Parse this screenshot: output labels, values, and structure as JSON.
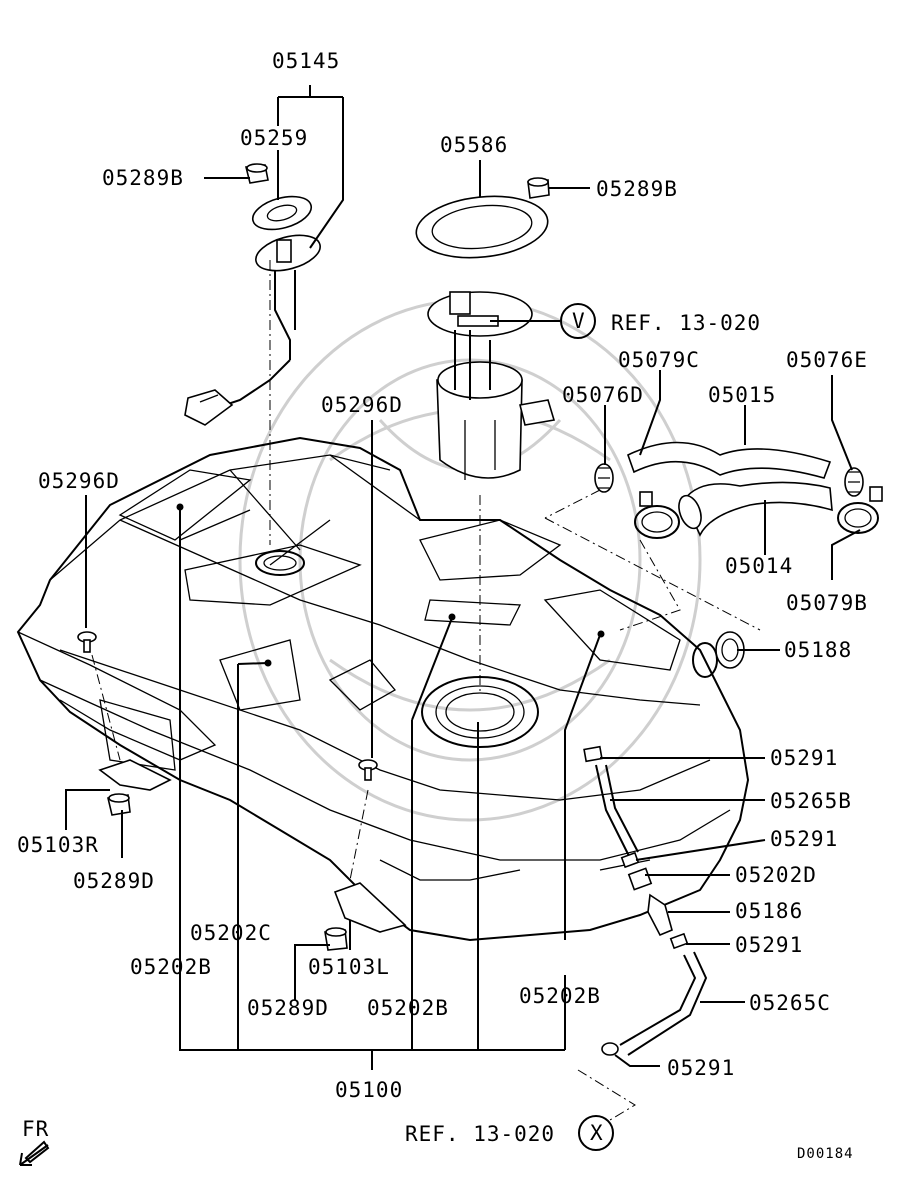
{
  "labels": {
    "p05145": "05145",
    "p05259": "05259",
    "p05289B_left": "05289B",
    "p05586": "05586",
    "p05289B_right": "05289B",
    "ref_v_text": "REF. 13-020",
    "ref_v_circle": "V",
    "p05079C": "05079C",
    "p05076E": "05076E",
    "p05076D": "05076D",
    "p05015": "05015",
    "p05296D_center": "05296D",
    "p05296D_left": "05296D",
    "p05014": "05014",
    "p05079B": "05079B",
    "p05188": "05188",
    "p05291_a": "05291",
    "p05265B": "05265B",
    "p05291_b": "05291",
    "p05202D": "05202D",
    "p05186": "05186",
    "p05291_c": "05291",
    "p05265C": "05265C",
    "p05291_d": "05291",
    "p05103R": "05103R",
    "p05289D_left": "05289D",
    "p05202C": "05202C",
    "p05202B_left": "05202B",
    "p05103L": "05103L",
    "p05289D_center": "05289D",
    "p05202B_center": "05202B",
    "p05202B_right": "05202B",
    "p05100": "05100",
    "ref_x_text": "REF. 13-020",
    "ref_x_circle": "X",
    "fr": "FR",
    "diagram_code": "D00184"
  }
}
